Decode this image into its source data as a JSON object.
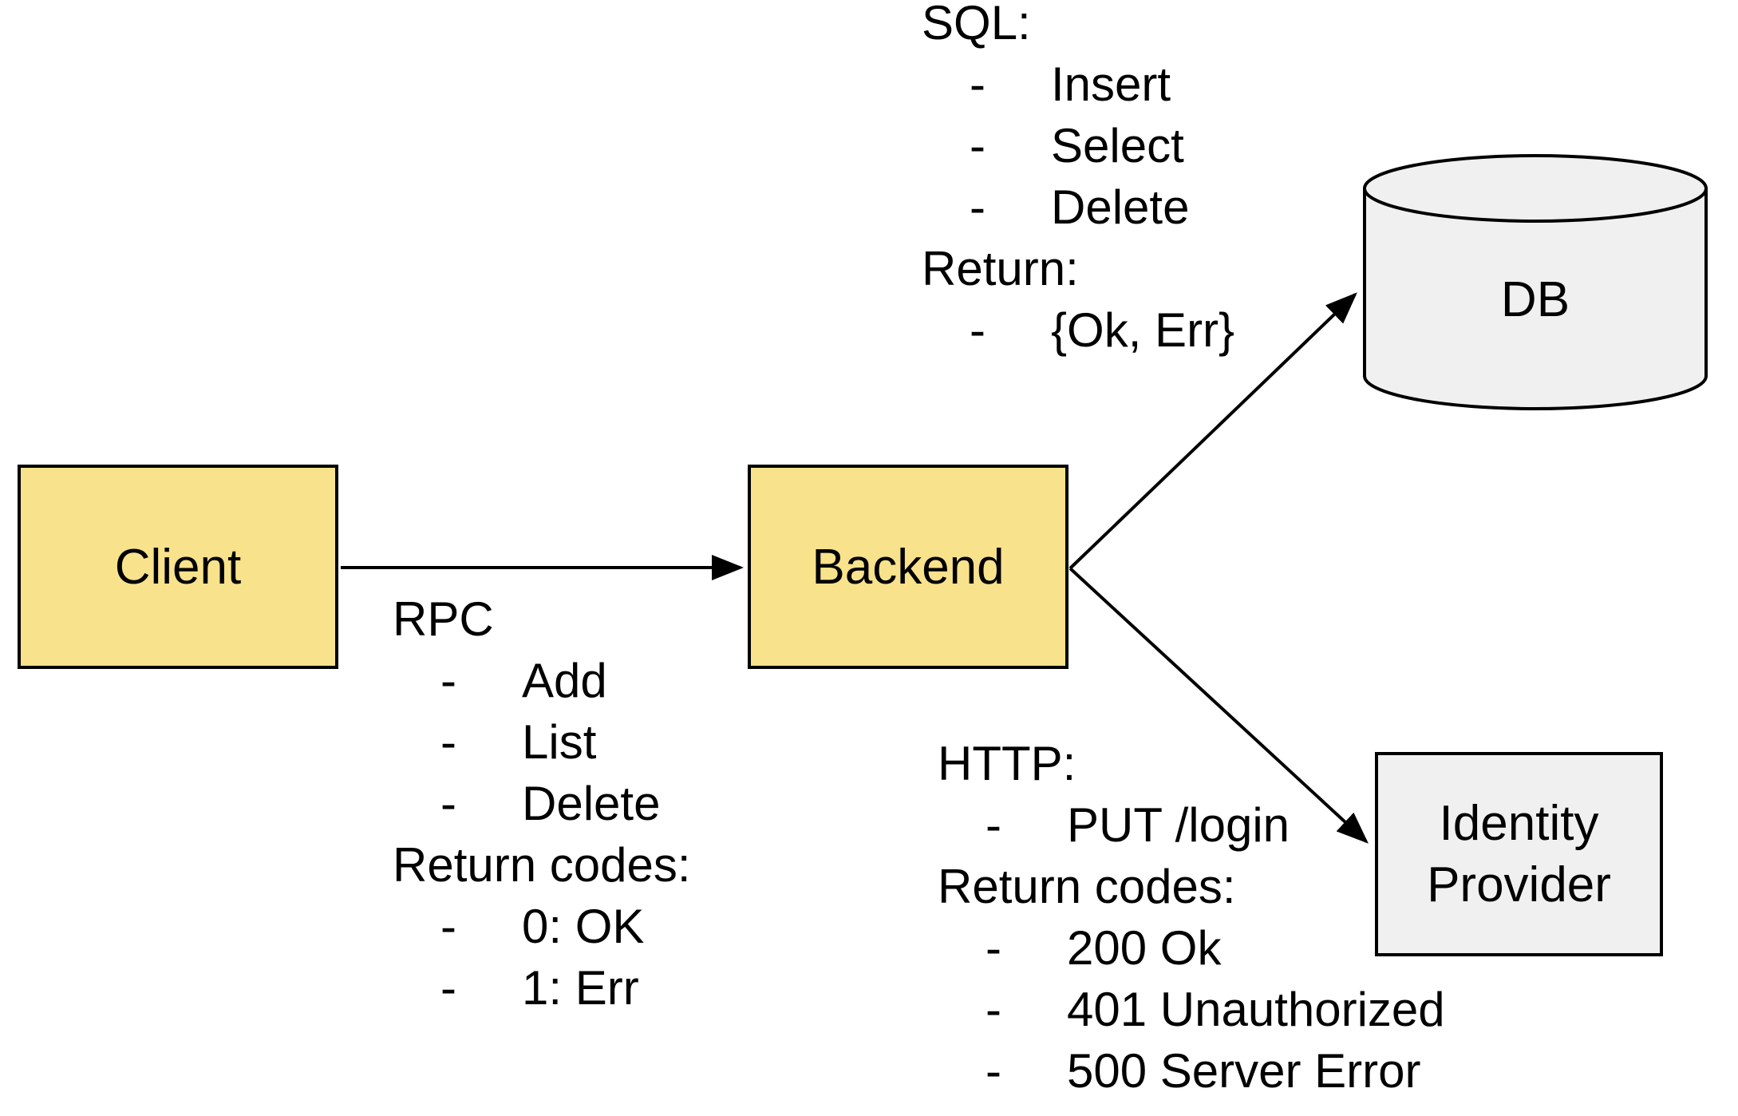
{
  "bullet_char": "-",
  "colors": {
    "background": "#ffffff",
    "stroke": "#000000",
    "node_fill_yellow": "#f8e28c",
    "node_fill_gray": "#f0f0f0"
  },
  "nodes": {
    "client": {
      "label": "Client"
    },
    "backend": {
      "label": "Backend"
    },
    "db": {
      "label": "DB"
    },
    "identity_provider": {
      "line1": "Identity",
      "line2": "Provider"
    }
  },
  "notes": {
    "rpc": {
      "title": "RPC",
      "items": [
        "Add",
        "List",
        "Delete"
      ],
      "return_title": "Return codes:",
      "return_items": [
        "0: OK",
        "1: Err"
      ]
    },
    "sql": {
      "title": "SQL:",
      "items": [
        "Insert",
        "Select",
        "Delete"
      ],
      "return_title": "Return:",
      "return_items": [
        "{Ok, Err}"
      ]
    },
    "http": {
      "title": "HTTP:",
      "items": [
        "PUT /login"
      ],
      "return_title": "Return codes:",
      "return_items": [
        "200 Ok",
        "401 Unauthorized",
        "500 Server Error"
      ]
    }
  },
  "edges": [
    {
      "from": "Client",
      "to": "Backend",
      "annotation": "rpc"
    },
    {
      "from": "Backend",
      "to": "DB",
      "annotation": "sql"
    },
    {
      "from": "Backend",
      "to": "Identity Provider",
      "annotation": "http"
    }
  ]
}
